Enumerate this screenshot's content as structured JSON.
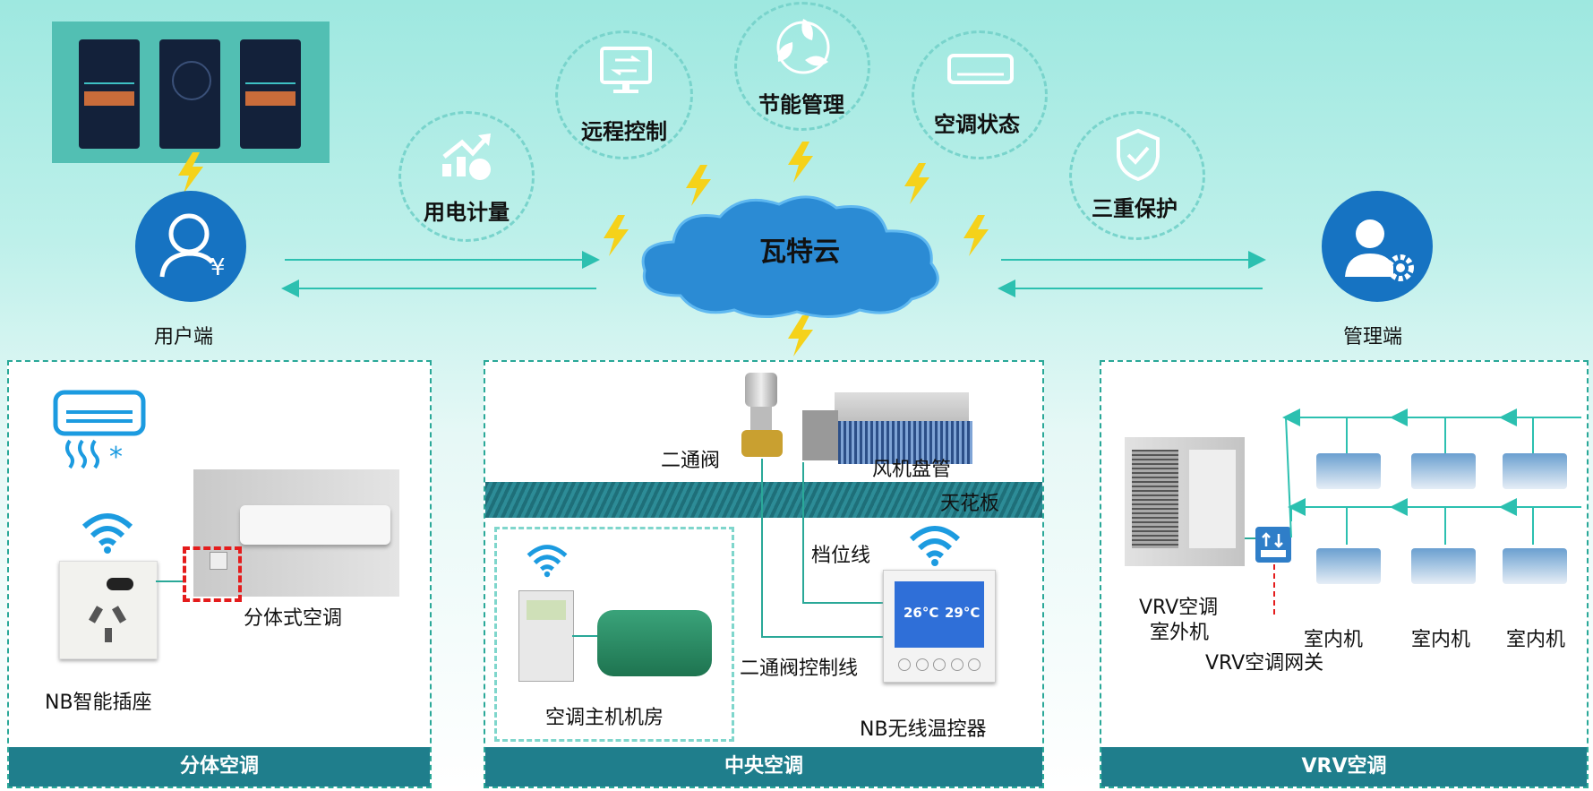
{
  "cloud": {
    "label": "瓦特云"
  },
  "user_side": {
    "label": "用户端"
  },
  "admin_side": {
    "label": "管理端"
  },
  "features": [
    {
      "label": "用电计量",
      "icon": "chart-up-icon"
    },
    {
      "label": "远程控制",
      "icon": "monitor-icon"
    },
    {
      "label": "节能管理",
      "icon": "leaf-cycle-icon"
    },
    {
      "label": "空调状态",
      "icon": "air-conditioner-icon"
    },
    {
      "label": "三重保护",
      "icon": "shield-check-icon"
    }
  ],
  "split_ac": {
    "footer": "分体空调",
    "socket_label": "NB智能插座",
    "ac_label": "分体式空调"
  },
  "central_ac": {
    "footer": "中央空调",
    "valve_label": "二通阀",
    "fan_coil_label": "风机盘管",
    "ceiling_label": "天花板",
    "speed_wire_label": "档位线",
    "valve_wire_label": "二通阀控制线",
    "machine_room_label": "空调主机机房",
    "thermostat_label": "NB无线温控器",
    "thermostat_screen": {
      "left_temp": "26°C",
      "right_temp": "29°C"
    }
  },
  "vrv_ac": {
    "footer": "VRV空调",
    "outdoor_label_1": "VRV空调",
    "outdoor_label_2": "室外机",
    "gateway_label": "VRV空调网关",
    "indoor_labels": [
      "室内机",
      "室内机",
      "室内机"
    ]
  },
  "colors": {
    "accent": "#1673c2",
    "teal": "#2aa898",
    "footer": "#1f7e8c",
    "bolt": "#f5d21a"
  }
}
